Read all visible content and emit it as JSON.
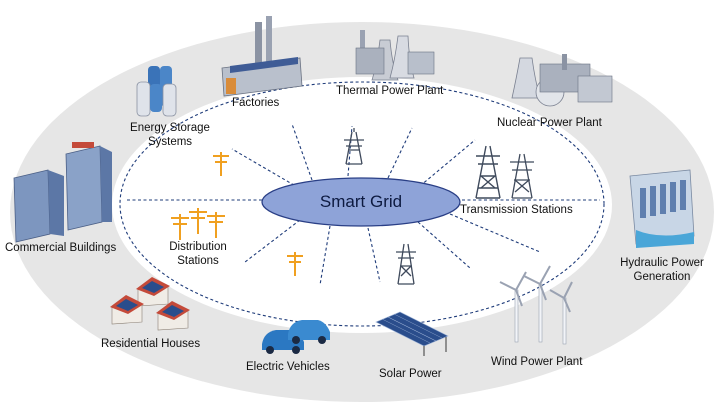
{
  "hub": {
    "label": "Smart Grid"
  },
  "nodes": {
    "factories": "Factories",
    "thermal": "Thermal Power Plant",
    "nuclear": "Nuclear Power Plant",
    "storage_line1": "Energy Storage",
    "storage_line2": "Systems",
    "commercial": "Commercial Buildings",
    "hydraulic_line1": "Hydraulic Power",
    "hydraulic_line2": "Generation",
    "residential": "Residential Houses",
    "ev": "Electric Vehicles",
    "solar": "Solar Power",
    "wind": "Wind Power Plant"
  },
  "inner": {
    "transmission": "Transmission Stations",
    "distribution_line1": "Distribution",
    "distribution_line2": "Stations"
  },
  "colors": {
    "outer_ring": "#e6e6e6",
    "inner_ring_border": "#1f3c7a",
    "hub_fill": "#8ea3d8",
    "hub_border": "#2a3f86",
    "pole": "#f0a020",
    "tower": "#3f4a5c",
    "building": "#7d96bf",
    "solar_panel": "#2a4d8c",
    "roof_red": "#c44a3a",
    "car": "#2b78c2"
  }
}
